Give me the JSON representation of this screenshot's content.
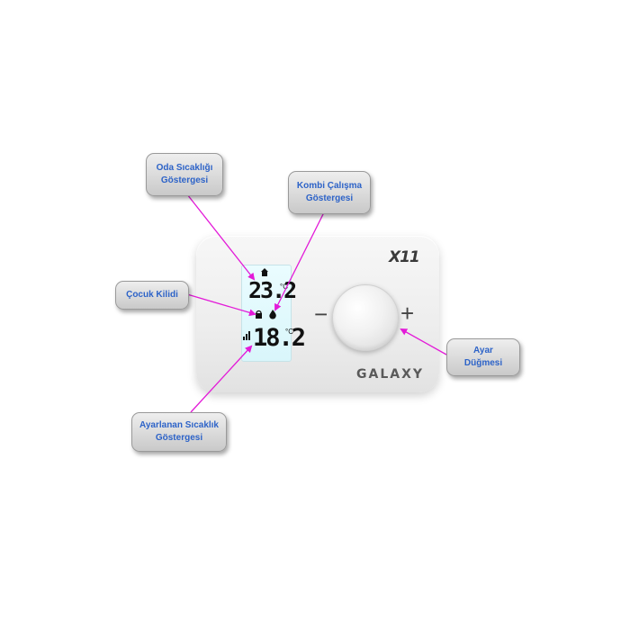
{
  "colors": {
    "callout_text": "#2d63c8",
    "leader_line": "#e31ad8",
    "lcd_background": "#dff8fc"
  },
  "device": {
    "model": "X11",
    "brand": "GALAXY",
    "room_temperature": "23.2",
    "set_temperature": "18.2",
    "degree_unit": "°C",
    "minus_label": "−",
    "plus_label": "+"
  },
  "icons": {
    "top": "home-icon",
    "left": "lock-icon",
    "right": "flame-icon",
    "bottom": "signal-bars-icon"
  },
  "callouts": {
    "room_indicator": "Oda Sıcaklığı\nGöstergesi",
    "combi_indicator": "Kombi Çalışma\nGöstergesi",
    "child_lock": "Çocuk Kilidi",
    "adjust_button": "Ayar\nDüğmesi",
    "set_temp_indicator": "Ayarlanan Sıcaklık\nGöstergesi"
  }
}
